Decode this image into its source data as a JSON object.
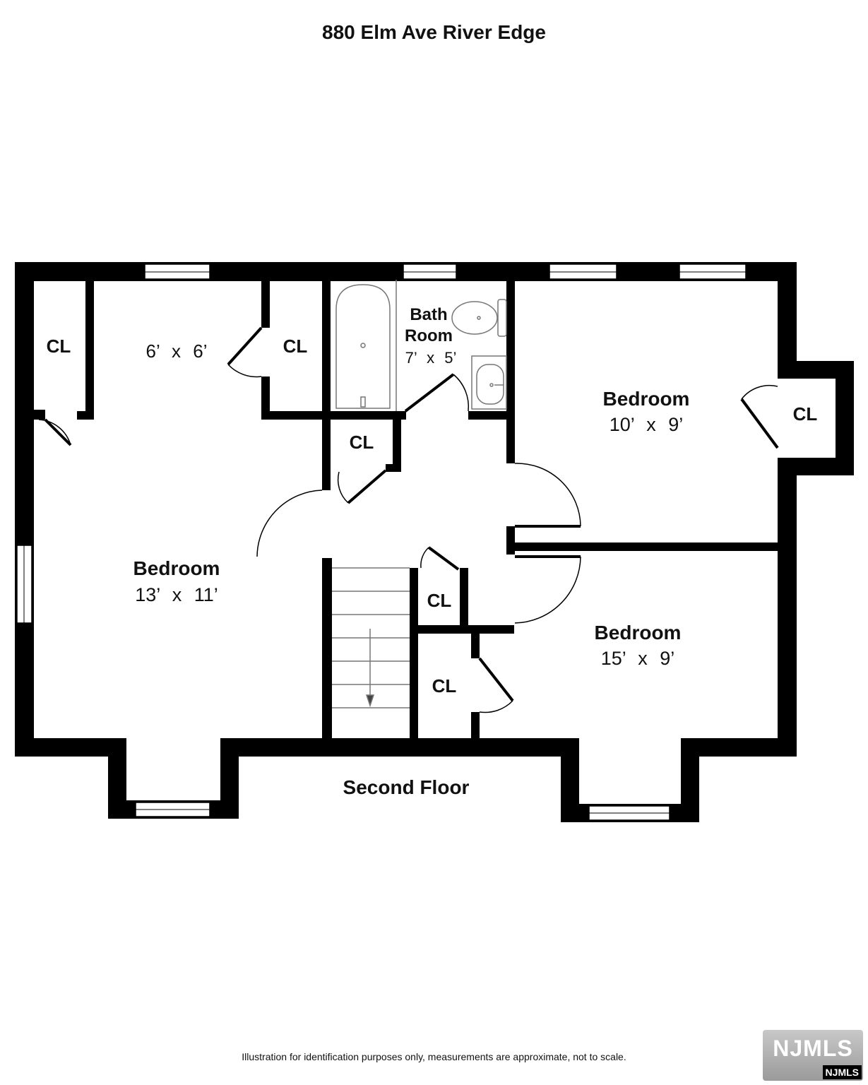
{
  "title": "880 Elm Ave River Edge",
  "floor_label": "Second Floor",
  "disclaimer": "Illustration for identification purposes only, measurements are approximate, not to scale.",
  "logo": {
    "text": "NJMLS",
    "badge": "NJMLS"
  },
  "rooms": {
    "cl_left": "CL",
    "room_6x6_size": "6’ x 6’",
    "cl_mid": "CL",
    "bath_name_1": "Bath",
    "bath_name_2": "Room",
    "bath_size": "7’ x 5’",
    "bedroom_right_top_name": "Bedroom",
    "bedroom_right_top_size": "10’ x 9’",
    "cl_right": "CL",
    "cl_hall": "CL",
    "bedroom_left_name": "Bedroom",
    "bedroom_left_size": "13’ x 11’",
    "cl_stair_upper": "CL",
    "bedroom_right_bottom_name": "Bedroom",
    "bedroom_right_bottom_size": "15’ x 9’",
    "cl_stair_lower": "CL"
  },
  "colors": {
    "wall": "#000000",
    "background": "#ffffff",
    "fixture": "#777777"
  }
}
